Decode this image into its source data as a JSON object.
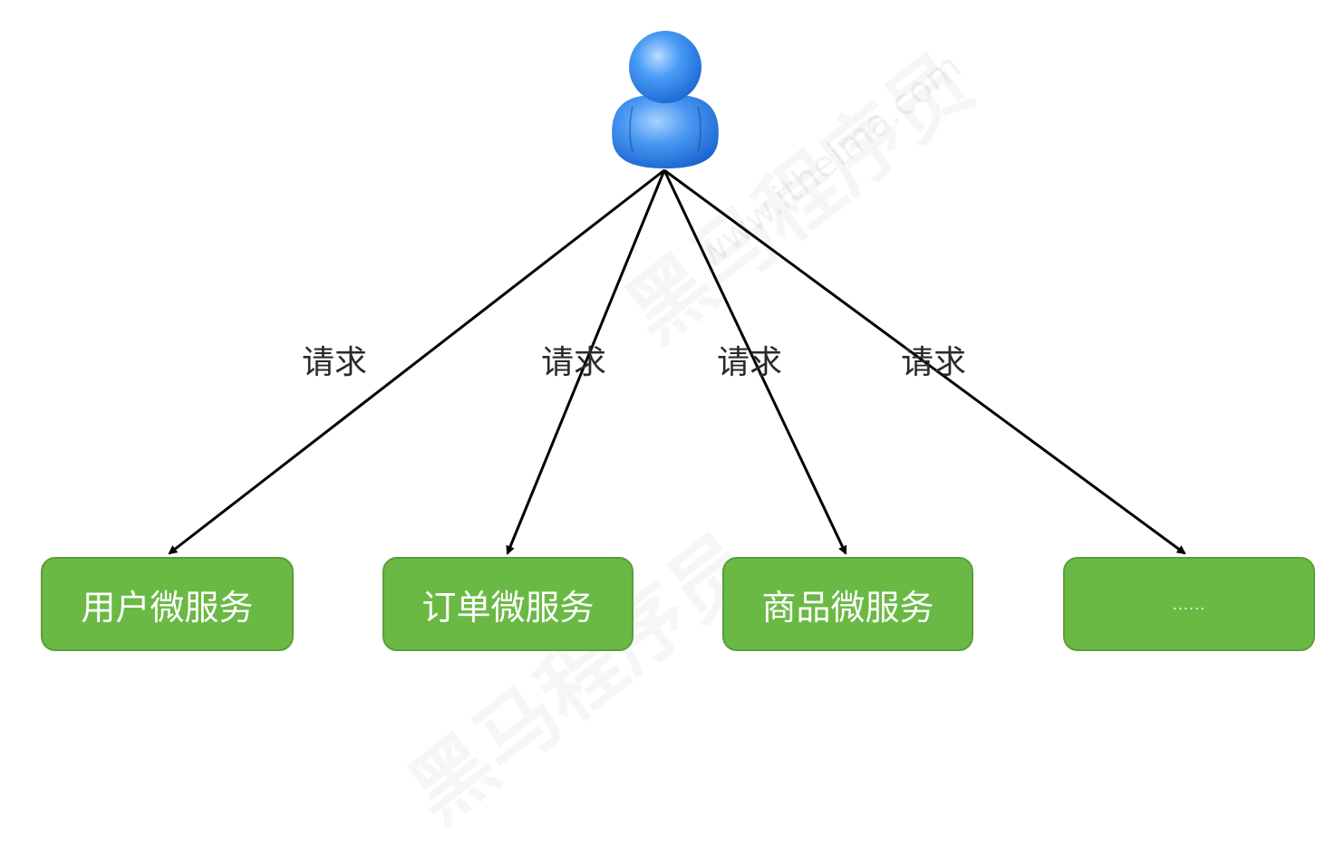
{
  "diagram": {
    "title": "",
    "actor": {
      "icon": "user-icon",
      "color": "#3d8df2"
    },
    "edges": [
      {
        "label": "请求",
        "to": "用户微服务"
      },
      {
        "label": "请求",
        "to": "订单微服务"
      },
      {
        "label": "请求",
        "to": "商品微服务"
      },
      {
        "label": "请求",
        "to": "......"
      }
    ],
    "services": [
      {
        "label": "用户微服务"
      },
      {
        "label": "订单微服务"
      },
      {
        "label": "商品微服务"
      },
      {
        "label": "......"
      }
    ],
    "colors": {
      "box_fill": "#6bb945",
      "box_border": "#5a9e38",
      "arrow": "#000000",
      "text_on_box": "#ffffff"
    },
    "watermark": {
      "text": "黑马程序员",
      "url": "www.itheima.com"
    }
  }
}
